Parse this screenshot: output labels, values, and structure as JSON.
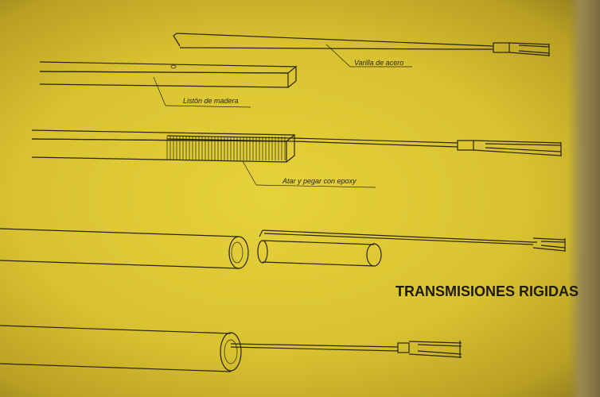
{
  "labels": {
    "steel_rod": "Varilla de acero",
    "wood_strip": "Listón de madera",
    "tie_glue": "Atar y pegar con epoxy"
  },
  "title": "TRANSMISIONES RIGIDAS"
}
